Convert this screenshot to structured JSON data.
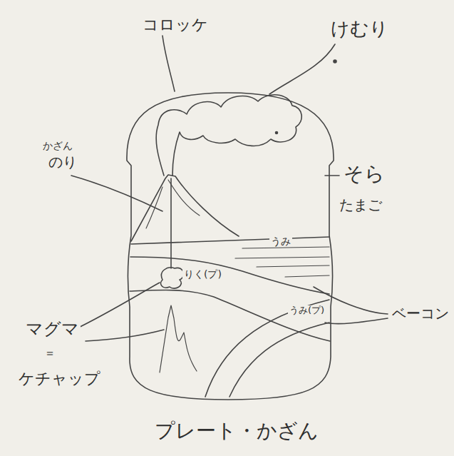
{
  "diagram": {
    "caption": "プレート・かざん",
    "labels": [
      "コロッケ",
      "けむり",
      "かざん",
      "のり",
      "そら",
      "たまご",
      "りく(プ)",
      "うみ",
      "うみ(プ)",
      "ベーコン",
      "マグマ",
      "＝",
      "ケチャップ"
    ]
  }
}
